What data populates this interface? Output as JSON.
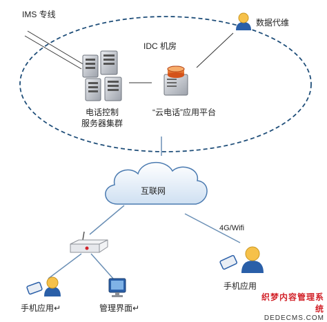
{
  "labels": {
    "ims_line": "IMS 专线",
    "data_agent": "数据代维",
    "idc_room": "IDC 机房",
    "server_cluster_line1": "电话控制",
    "server_cluster_line2": "服务器集群",
    "cloud_platform": "“云电话”应用平台",
    "internet": "互联网",
    "link_4g": "4G/Wifi",
    "mobile_app_left": "手机应用↵",
    "admin_ui": "管理界面↵",
    "mobile_app_right": "手机应用"
  },
  "watermark": {
    "line1": "织梦内容管理系统",
    "line2": "DEDECMS.COM"
  },
  "colors": {
    "ellipse_dash": "#1f4e79",
    "connector": "#6a8fb5",
    "cloud_stroke": "#4a7ab0",
    "server_gray": "#b8bcc4",
    "platform_orange": "#e0641e",
    "person_skin": "#f6c14a",
    "person_blue": "#2a5fa8"
  }
}
